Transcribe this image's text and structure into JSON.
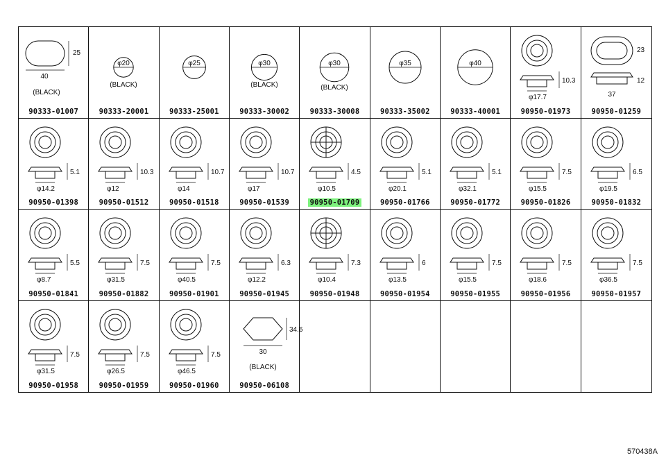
{
  "drawing_id": "570438A",
  "highlight_color": "#7df27d",
  "parts": [
    {
      "pn": "90333-01007",
      "fig": "oval",
      "dims": [
        "25",
        "40"
      ],
      "note": "(BLACK)"
    },
    {
      "pn": "90333-20001",
      "fig": "plug",
      "dims": [
        "φ20"
      ],
      "note": "(BLACK)"
    },
    {
      "pn": "90333-25001",
      "fig": "plug",
      "dims": [
        "φ25"
      ],
      "note": ""
    },
    {
      "pn": "90333-30002",
      "fig": "plug",
      "dims": [
        "φ30"
      ],
      "note": "(BLACK)"
    },
    {
      "pn": "90333-30008",
      "fig": "plug",
      "dims": [
        "φ30"
      ],
      "note": "(BLACK)"
    },
    {
      "pn": "90333-35002",
      "fig": "plug",
      "dims": [
        "φ35"
      ],
      "note": ""
    },
    {
      "pn": "90333-40001",
      "fig": "plug",
      "dims": [
        "φ40"
      ],
      "note": ""
    },
    {
      "pn": "90950-01973",
      "fig": "grommet",
      "dims": [
        "10.3",
        "φ17.7"
      ],
      "note": ""
    },
    {
      "pn": "90950-01259",
      "fig": "ovalgrommet",
      "dims": [
        "23",
        "12",
        "37"
      ],
      "note": ""
    },
    {
      "pn": "90950-01398",
      "fig": "grommet",
      "dims": [
        "5.1",
        "φ14.2"
      ],
      "note": ""
    },
    {
      "pn": "90950-01512",
      "fig": "grommet",
      "dims": [
        "10.3",
        "φ12"
      ],
      "note": ""
    },
    {
      "pn": "90950-01518",
      "fig": "grommet",
      "dims": [
        "10.7",
        "φ14"
      ],
      "note": ""
    },
    {
      "pn": "90950-01539",
      "fig": "grommet",
      "dims": [
        "10.7",
        "φ17"
      ],
      "note": ""
    },
    {
      "pn": "90950-01709",
      "fig": "cross",
      "dims": [
        "4.5",
        "φ10.5"
      ],
      "note": "",
      "highlight": true
    },
    {
      "pn": "90950-01766",
      "fig": "grommet",
      "dims": [
        "5.1",
        "φ20.1"
      ],
      "note": ""
    },
    {
      "pn": "90950-01772",
      "fig": "grommet",
      "dims": [
        "5.1",
        "φ32.1"
      ],
      "note": ""
    },
    {
      "pn": "90950-01826",
      "fig": "grommet",
      "dims": [
        "7.5",
        "φ15.5"
      ],
      "note": ""
    },
    {
      "pn": "90950-01832",
      "fig": "grommet",
      "dims": [
        "6.5",
        "φ19.5"
      ],
      "note": ""
    },
    {
      "pn": "90950-01841",
      "fig": "grommet",
      "dims": [
        "5.5",
        "φ8.7"
      ],
      "note": ""
    },
    {
      "pn": "90950-01882",
      "fig": "grommet",
      "dims": [
        "7.5",
        "φ31.5"
      ],
      "note": ""
    },
    {
      "pn": "90950-01901",
      "fig": "grommet",
      "dims": [
        "7.5",
        "φ40.5"
      ],
      "note": ""
    },
    {
      "pn": "90950-01945",
      "fig": "grommet",
      "dims": [
        "6.3",
        "φ12.2"
      ],
      "note": ""
    },
    {
      "pn": "90950-01948",
      "fig": "cross",
      "dims": [
        "7.3",
        "φ10.4"
      ],
      "note": ""
    },
    {
      "pn": "90950-01954",
      "fig": "grommet",
      "dims": [
        "6",
        "φ13.5"
      ],
      "note": ""
    },
    {
      "pn": "90950-01955",
      "fig": "grommet",
      "dims": [
        "7.5",
        "φ15.5"
      ],
      "note": ""
    },
    {
      "pn": "90950-01956",
      "fig": "grommet",
      "dims": [
        "7.5",
        "φ18.6"
      ],
      "note": ""
    },
    {
      "pn": "90950-01957",
      "fig": "grommet",
      "dims": [
        "7.5",
        "φ36.5"
      ],
      "note": ""
    },
    {
      "pn": "90950-01958",
      "fig": "grommet",
      "dims": [
        "7.5",
        "φ31.5"
      ],
      "note": ""
    },
    {
      "pn": "90950-01959",
      "fig": "grommet",
      "dims": [
        "7.5",
        "φ26.5"
      ],
      "note": ""
    },
    {
      "pn": "90950-01960",
      "fig": "grommet",
      "dims": [
        "7.5",
        "φ46.5"
      ],
      "note": ""
    },
    {
      "pn": "90950-06108",
      "fig": "hex",
      "dims": [
        "34.6",
        "30"
      ],
      "note": "(BLACK)"
    },
    {
      "pn": "",
      "fig": "empty",
      "dims": [],
      "note": ""
    },
    {
      "pn": "",
      "fig": "empty",
      "dims": [],
      "note": ""
    },
    {
      "pn": "",
      "fig": "empty",
      "dims": [],
      "note": ""
    },
    {
      "pn": "",
      "fig": "empty",
      "dims": [],
      "note": ""
    },
    {
      "pn": "",
      "fig": "empty",
      "dims": [],
      "note": ""
    }
  ]
}
